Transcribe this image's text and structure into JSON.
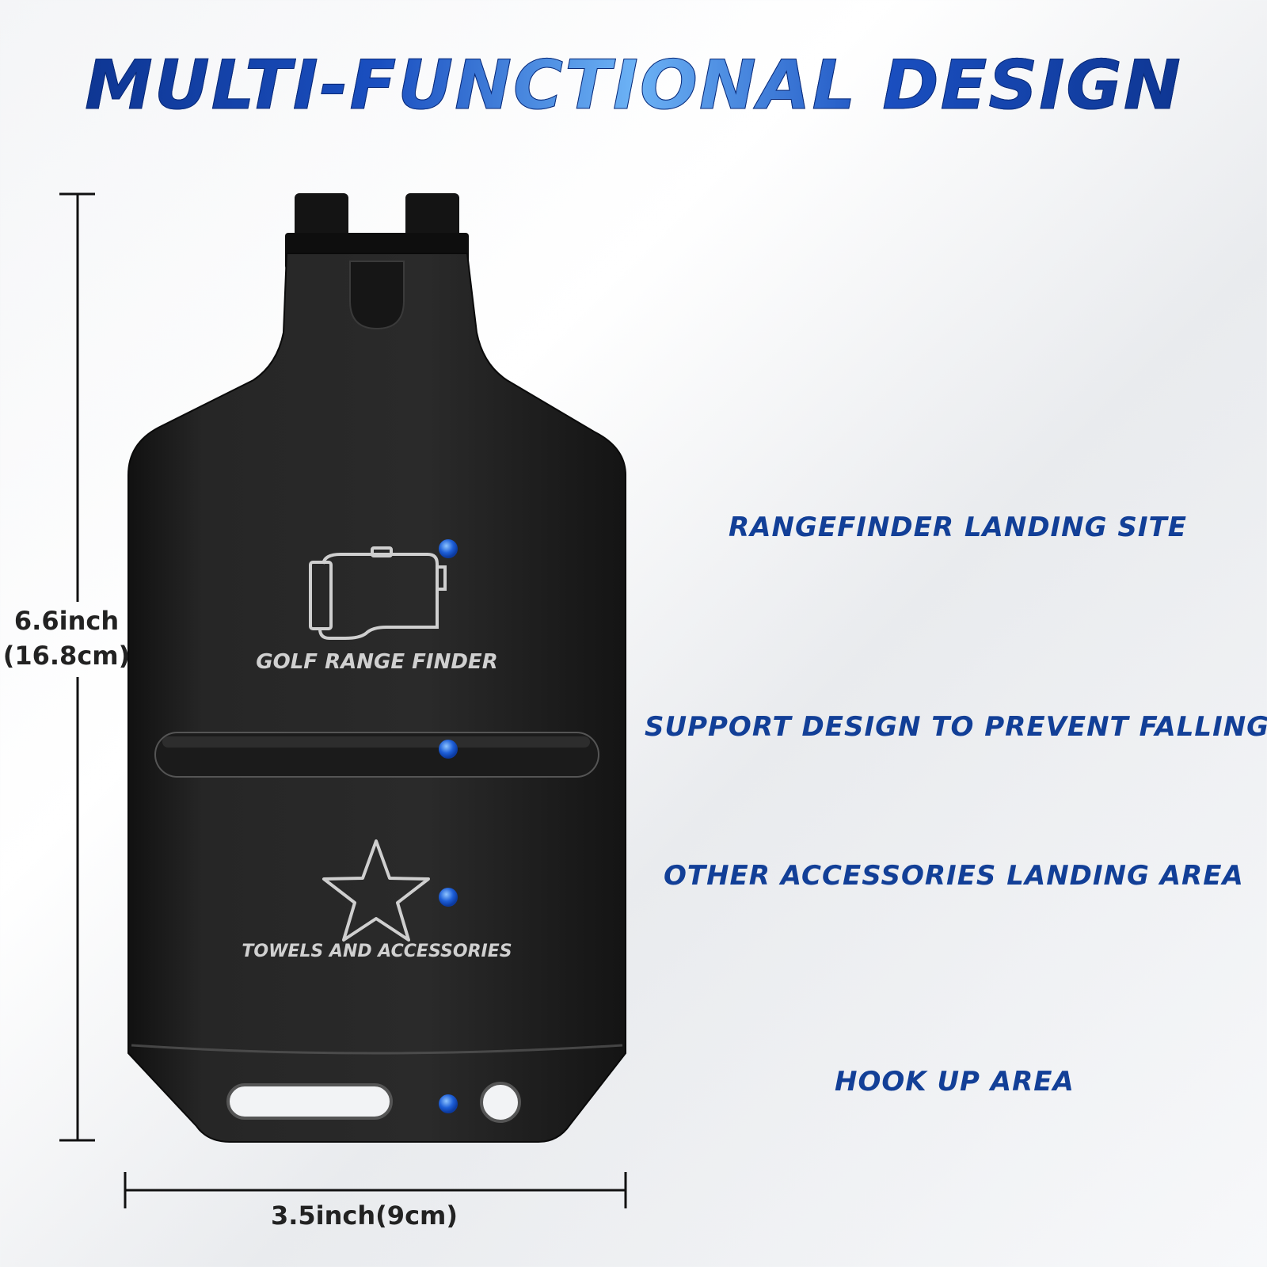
{
  "title": "MULTI-FUNCTIONAL DESIGN",
  "dimensions": {
    "height_line1": "6.6inch",
    "height_line2": "(16.8cm)",
    "width": "3.5inch(9cm)"
  },
  "engraving": {
    "top_label": "GOLF RANGE FINDER",
    "bottom_label": "TOWELS AND ACCESSORIES"
  },
  "callouts": [
    "RANGEFINDER LANDING SITE",
    "SUPPORT DESIGN TO PREVENT FALLING",
    "OTHER ACCESSORIES LANDING AREA",
    "HOOK UP AREA"
  ],
  "colors": {
    "accent": "#123f97",
    "plate": "#1f1f1f",
    "dot": "#1e5fd8"
  }
}
